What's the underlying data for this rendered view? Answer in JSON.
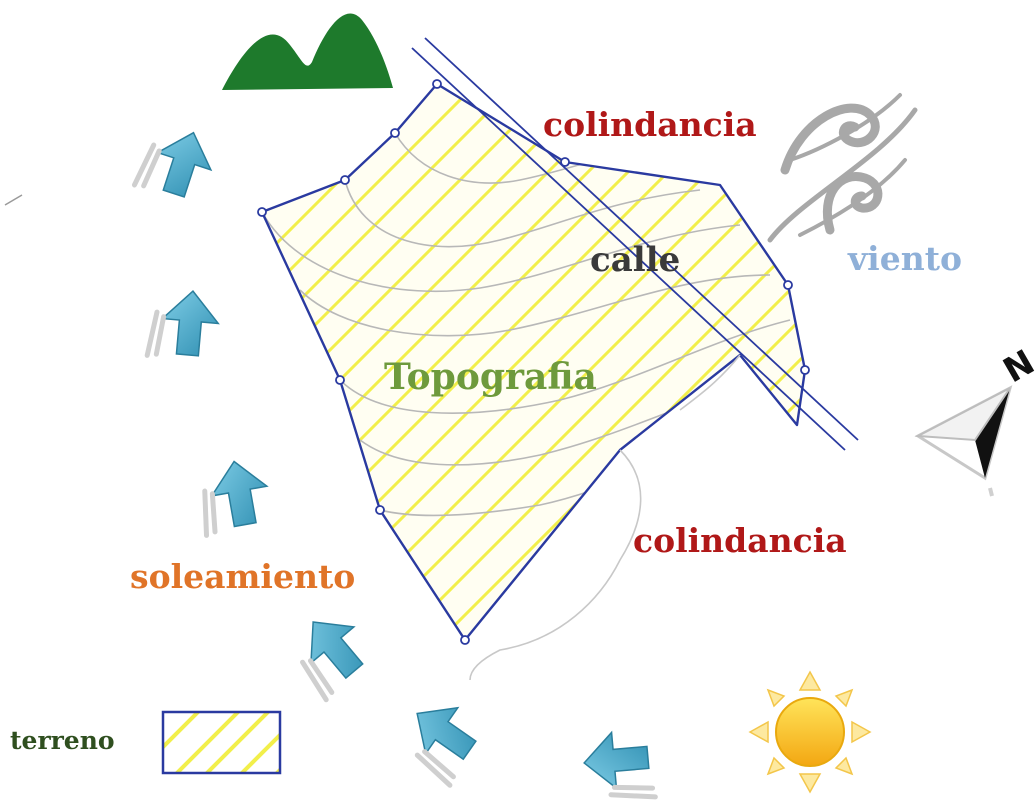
{
  "labels": {
    "colindancia_top": "colindancia",
    "colindancia_bottom": "colindancia",
    "calle": "calle",
    "topografia": "Topografia",
    "viento": "viento",
    "soleamiento": "soleamiento",
    "terreno": "terreno"
  },
  "colors": {
    "colindancia": "#b01818",
    "calle": "#3a3a3a",
    "topografia": "#6e9a3c",
    "viento": "#8fb0d8",
    "soleamiento": "#e07428",
    "terreno": "#2f4f1f",
    "mountain": "#1e7a2c",
    "boundary": "#2a3aa0",
    "hatch": "#f2ef4a",
    "arrow": "#45a8c9",
    "sun": "#f9c21c",
    "contour": "#b8b8b8"
  },
  "icons": {
    "mountain": "mountain-icon",
    "wind": "wind-swirl-icon",
    "north": "north-arrow-icon",
    "sun": "sun-icon",
    "sun_path": "sun-path-arrow-icon"
  }
}
